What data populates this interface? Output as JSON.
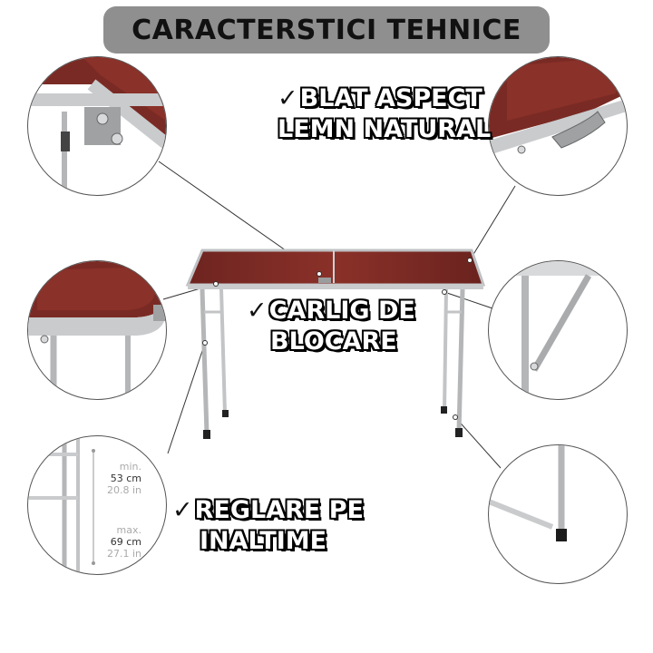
{
  "title": "CARACTERSTICI TEHNICE",
  "check_symbol": "✓",
  "features": [
    {
      "lines": [
        "BLAT ASPECT",
        "LEMN NATURAL"
      ]
    },
    {
      "lines": [
        "CARLIG DE",
        "BLOCARE"
      ]
    },
    {
      "lines": [
        "REGLARE PE",
        "INALTIME"
      ]
    }
  ],
  "height_measure": {
    "min": {
      "label": "min.",
      "cm": "53 cm",
      "in": "20.8 in"
    },
    "max": {
      "label": "max.",
      "cm": "69 cm",
      "in": "27.1 in"
    }
  },
  "colors": {
    "title_bg": "#8f8f8f",
    "wood": "#7a2a24",
    "wood_dark": "#5a1d19",
    "aluminum": "#c9cbcd",
    "leg": "#b4b6b8"
  },
  "icons": [
    "check-icon"
  ]
}
